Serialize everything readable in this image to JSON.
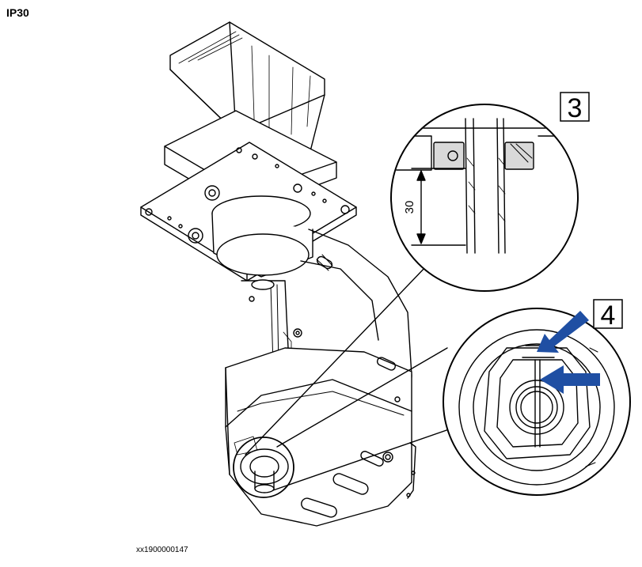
{
  "heading": "IP30",
  "figure_id": "xx1900000147",
  "callouts": {
    "detail_3": "3",
    "detail_4": "4"
  },
  "dimension": {
    "value": "30"
  },
  "colors": {
    "line": "#000000",
    "arrow": "#1f4fa3",
    "detail_fill": "#d9d9d9",
    "background": "#ffffff"
  }
}
